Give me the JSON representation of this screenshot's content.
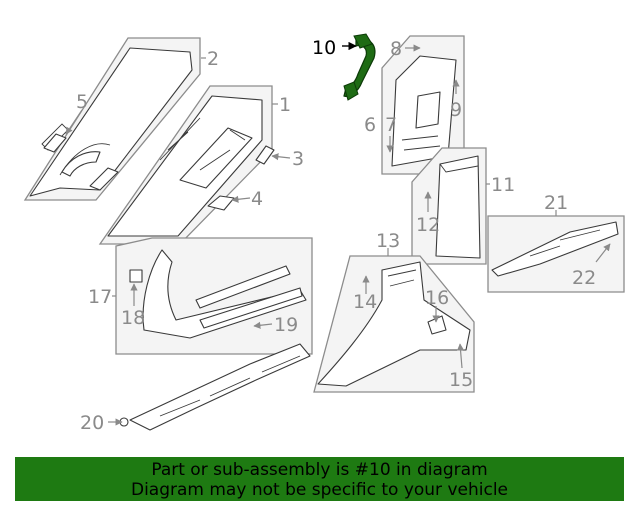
{
  "callouts": {
    "c1": "1",
    "c2": "2",
    "c3": "3",
    "c4": "4",
    "c5": "5",
    "c6": "6",
    "c7": "7",
    "c8": "8",
    "c9": "9",
    "c10": "10",
    "c11": "11",
    "c12": "12",
    "c13": "13",
    "c14": "14",
    "c15": "15",
    "c16": "16",
    "c17": "17",
    "c18": "18",
    "c19": "19",
    "c20": "20",
    "c21": "21",
    "c22": "22"
  },
  "highlight_part": "10",
  "colors": {
    "highlight": "#1e6b14",
    "banner": "#1e7a12",
    "callout_text": "#8a8a8a"
  },
  "footer": {
    "line1": "Part or sub-assembly is #10 in diagram",
    "line2": "Diagram may not be specific to your vehicle"
  }
}
